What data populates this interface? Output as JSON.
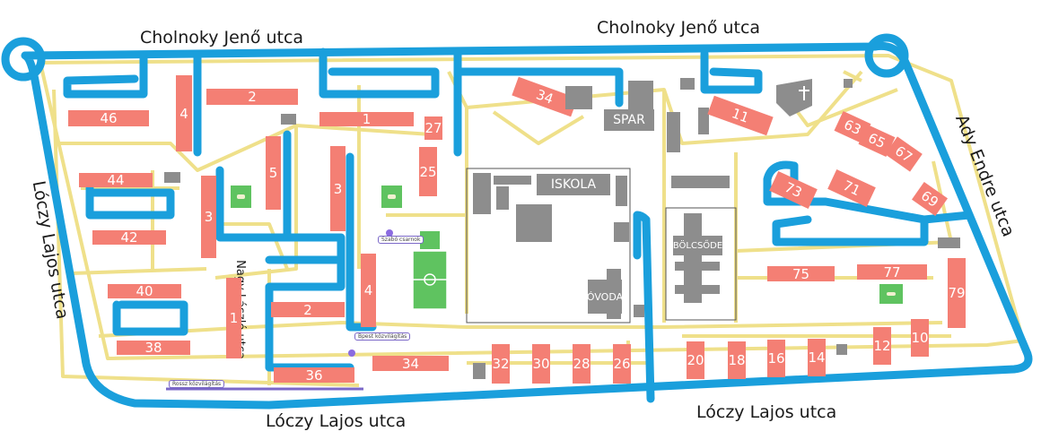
{
  "colors": {
    "road": "#1a9fdc",
    "path": "#efe08a",
    "building": "#f47f74",
    "other_building": "#8d8d8d",
    "playground": "#5fc360",
    "bike": "#7b68c8"
  },
  "streets": {
    "cholnoky_left": "Cholnoky Jenő utca",
    "cholnoky_right": "Cholnoky Jenő utca",
    "ady": "Ady Endre utca",
    "loczy_left": "Lóczy Lajos utca",
    "loczy_bottom_left": "Lóczy Lajos utca",
    "loczy_bottom_right": "Lóczy Lajos utca",
    "nagy": "Nagy László utca"
  },
  "buildings": {
    "b46": "46",
    "b4a": "4",
    "b2a": "2",
    "b1a": "1",
    "b27": "27",
    "b44": "44",
    "b5": "5",
    "b3a": "3",
    "b25": "25",
    "b3b": "3",
    "b42": "42",
    "b40": "40",
    "b38": "38",
    "b1b": "1",
    "b2b": "2",
    "b4b": "4",
    "b36": "36",
    "b34a": "34",
    "b34b": "34",
    "b11": "11",
    "b63": "63",
    "b65": "65",
    "b67": "67",
    "b73": "73",
    "b71": "71",
    "b69": "69",
    "b75": "75",
    "b77": "77",
    "b79": "79",
    "b32": "32",
    "b30": "30",
    "b28": "28",
    "b26": "26",
    "b20": "20",
    "b18": "18",
    "b16": "16",
    "b14": "14",
    "b12": "12",
    "b10": "10"
  },
  "landmarks": {
    "spar": "SPAR",
    "iskola": "ISKOLA",
    "ovoda": "ÓVODA",
    "bolcsode": "BÖLCSŐDE"
  },
  "small_tags": {
    "tag1": "Szabó csarnok",
    "tag2": "Bpest közvilágítás",
    "tag3": "Rossz közvilágítás"
  },
  "icons": [
    "playground-icon",
    "sports-field-icon",
    "church-icon"
  ]
}
